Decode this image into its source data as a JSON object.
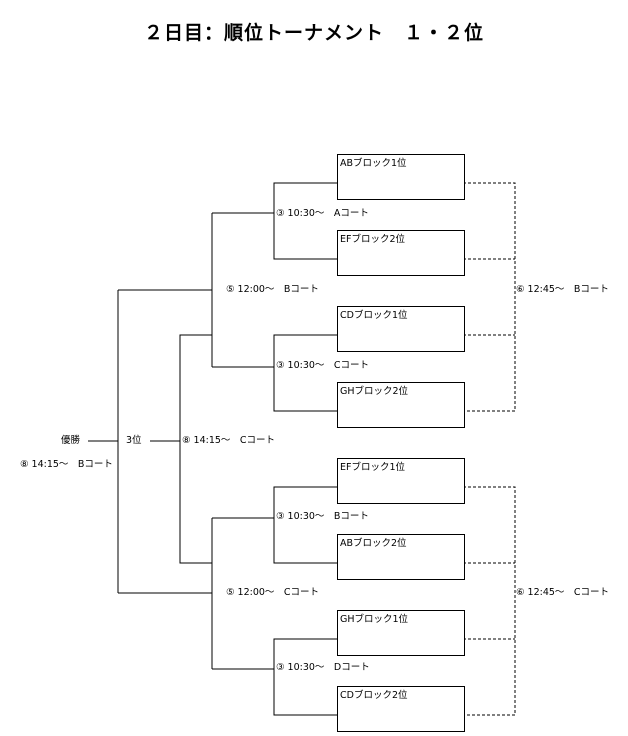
{
  "title": "２日目：順位トーナメント　１・２位",
  "teams": [
    "ABブロック1位",
    "EFブロック2位",
    "CDブロック1位",
    "GHブロック2位",
    "EFブロック1位",
    "ABブロック2位",
    "GHブロック1位",
    "CDブロック2位"
  ],
  "matches": {
    "r1_1": "③ 10:30～　Aコート",
    "r1_2": "③ 10:30～　Cコート",
    "r1_3": "③ 10:30～　Bコート",
    "r1_4": "③ 10:30～　Dコート",
    "semi_1": "⑤ 12:00～　Bコート",
    "semi_2": "⑤ 12:00～　Cコート",
    "third": "⑧ 14:15～　Cコート",
    "final": "⑧ 14:15～　Bコート",
    "consol_1": "⑥ 12:45～　Bコート",
    "consol_2": "⑥ 12:45～　Cコート"
  },
  "labels": {
    "winner": "優勝",
    "third_place": "3位"
  }
}
